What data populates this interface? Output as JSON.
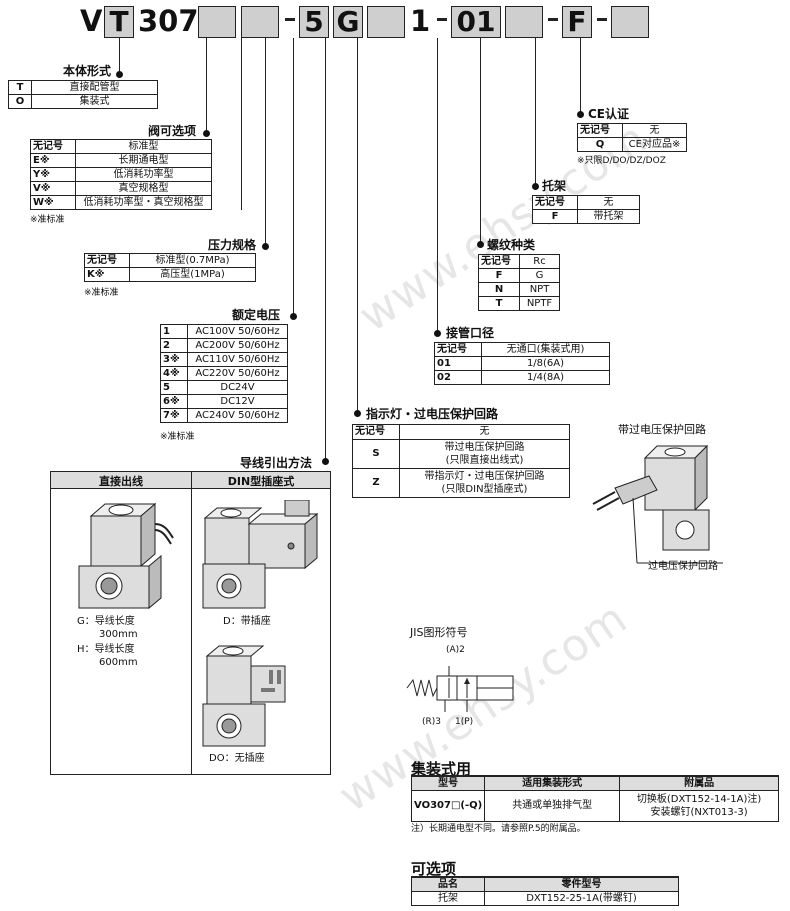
{
  "model_code": {
    "v": "V",
    "t": "T",
    "num": "307",
    "dash": "-",
    "voltage": "5",
    "lead": "G",
    "one": "1",
    "port": "01",
    "bracket": "F"
  },
  "body_type": {
    "title": "本体形式",
    "rows": [
      [
        "T",
        "直接配管型"
      ],
      [
        "O",
        "集装式"
      ]
    ]
  },
  "valve_option": {
    "title": "阀可选项",
    "rows": [
      [
        "无记号",
        "标准型"
      ],
      [
        "E※",
        "长期通电型"
      ],
      [
        "Y※",
        "低消耗功率型"
      ],
      [
        "V※",
        "真空规格型"
      ],
      [
        "W※",
        "低消耗功率型・真空规格型"
      ]
    ],
    "note": "※准标准"
  },
  "pressure": {
    "title": "压力规格",
    "rows": [
      [
        "无记号",
        "标准型(0.7MPa)"
      ],
      [
        "K※",
        "高压型(1MPa)"
      ]
    ],
    "note": "※准标准"
  },
  "voltage": {
    "title": "额定电压",
    "rows": [
      [
        "1",
        "AC100V 50/60Hz"
      ],
      [
        "2",
        "AC200V 50/60Hz"
      ],
      [
        "3※",
        "AC110V 50/60Hz"
      ],
      [
        "4※",
        "AC220V 50/60Hz"
      ],
      [
        "5",
        "DC24V"
      ],
      [
        "6※",
        "DC12V"
      ],
      [
        "7※",
        "AC240V 50/60Hz"
      ]
    ],
    "note": "※准标准"
  },
  "lead_wire": {
    "title": "导线引出方法",
    "col1": "直接出线",
    "col2": "DIN型插座式",
    "g_label": "G：导线长度",
    "g_len": "300mm",
    "h_label": "H：导线长度",
    "h_len": "600mm",
    "d_label": "D：带插座",
    "do_label": "DO：无插座"
  },
  "indicator": {
    "title": "指示灯・过电压保护回路",
    "rows": [
      [
        "无记号",
        "无",
        ""
      ],
      [
        "S",
        "带过电压保护回路",
        "(只限直接出线式)"
      ],
      [
        "Z",
        "带指示灯・过电压保护回路",
        "(只限DIN型插座式)"
      ]
    ]
  },
  "port_size": {
    "title": "接管口径",
    "rows": [
      [
        "无记号",
        "无通口(集装式用)"
      ],
      [
        "01",
        "1/8(6A)"
      ],
      [
        "02",
        "1/4(8A)"
      ]
    ]
  },
  "thread": {
    "title": "螺纹种类",
    "rows": [
      [
        "无记号",
        "Rc"
      ],
      [
        "F",
        "G"
      ],
      [
        "N",
        "NPT"
      ],
      [
        "T",
        "NPTF"
      ]
    ]
  },
  "bracket": {
    "title": "托架",
    "rows": [
      [
        "无记号",
        "无"
      ],
      [
        "F",
        "带托架"
      ]
    ]
  },
  "ce": {
    "title": "CE认证",
    "rows": [
      [
        "无记号",
        "无"
      ],
      [
        "Q",
        "CE对应品※"
      ]
    ],
    "note": "※只限D/DO/DZ/DOZ"
  },
  "surge": {
    "title": "带过电压保护回路",
    "caption": "过电压保护回路"
  },
  "jis": {
    "title": "JIS图形符号",
    "port_a": "(A)2",
    "port_r": "(R)3",
    "port_p": "1(P)"
  },
  "manifold": {
    "title": "集装式用",
    "headers": [
      "型号",
      "适用集装形式",
      "附属品"
    ],
    "model": "VO307□(-Q)",
    "type": "共通或单独排气型",
    "acc1": "切换板(DXT152-14-1A)注)",
    "acc2": "安装螺钉(NXT013-3)",
    "note": "注）长期通电型不同。请参照P.5的附属品。"
  },
  "options": {
    "title": "可选项",
    "headers": [
      "品名",
      "零件型号"
    ],
    "row": [
      "托架",
      "DXT152-25-1A(带螺钉)"
    ]
  },
  "watermark": "www.ehsy.com"
}
